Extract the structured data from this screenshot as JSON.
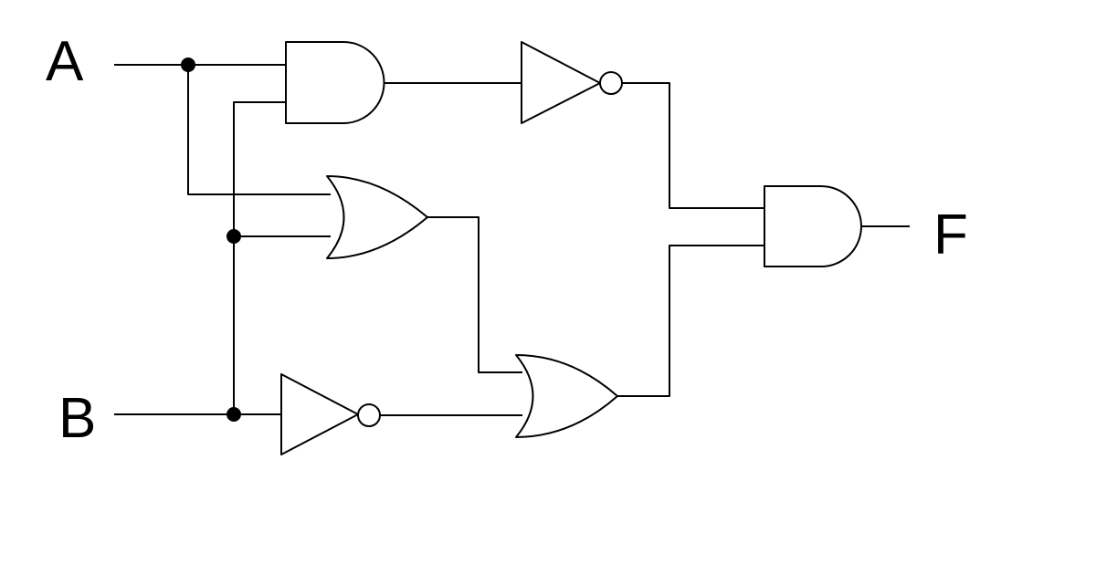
{
  "diagram": {
    "labels": {
      "input_a": "A",
      "input_b": "B",
      "output_f": "F"
    },
    "gates": [
      {
        "id": "and-1",
        "type": "AND"
      },
      {
        "id": "not-1",
        "type": "NOT"
      },
      {
        "id": "or-1",
        "type": "OR"
      },
      {
        "id": "not-2",
        "type": "NOT"
      },
      {
        "id": "or-2",
        "type": "OR"
      },
      {
        "id": "and-2",
        "type": "AND"
      }
    ],
    "connections": [
      {
        "from": "A",
        "to": [
          "and-1",
          "or-1"
        ]
      },
      {
        "from": "B",
        "to": [
          "and-1",
          "or-1",
          "not-2"
        ]
      },
      {
        "from": "and-1",
        "to": [
          "not-1"
        ]
      },
      {
        "from": "or-1",
        "to": [
          "or-2"
        ]
      },
      {
        "from": "not-2",
        "to": [
          "or-2"
        ]
      },
      {
        "from": "not-1",
        "to": [
          "and-2"
        ]
      },
      {
        "from": "or-2",
        "to": [
          "and-2"
        ]
      },
      {
        "from": "and-2",
        "to": [
          "F"
        ]
      }
    ],
    "colors": {
      "stroke": "#000000",
      "background": "#ffffff"
    }
  }
}
